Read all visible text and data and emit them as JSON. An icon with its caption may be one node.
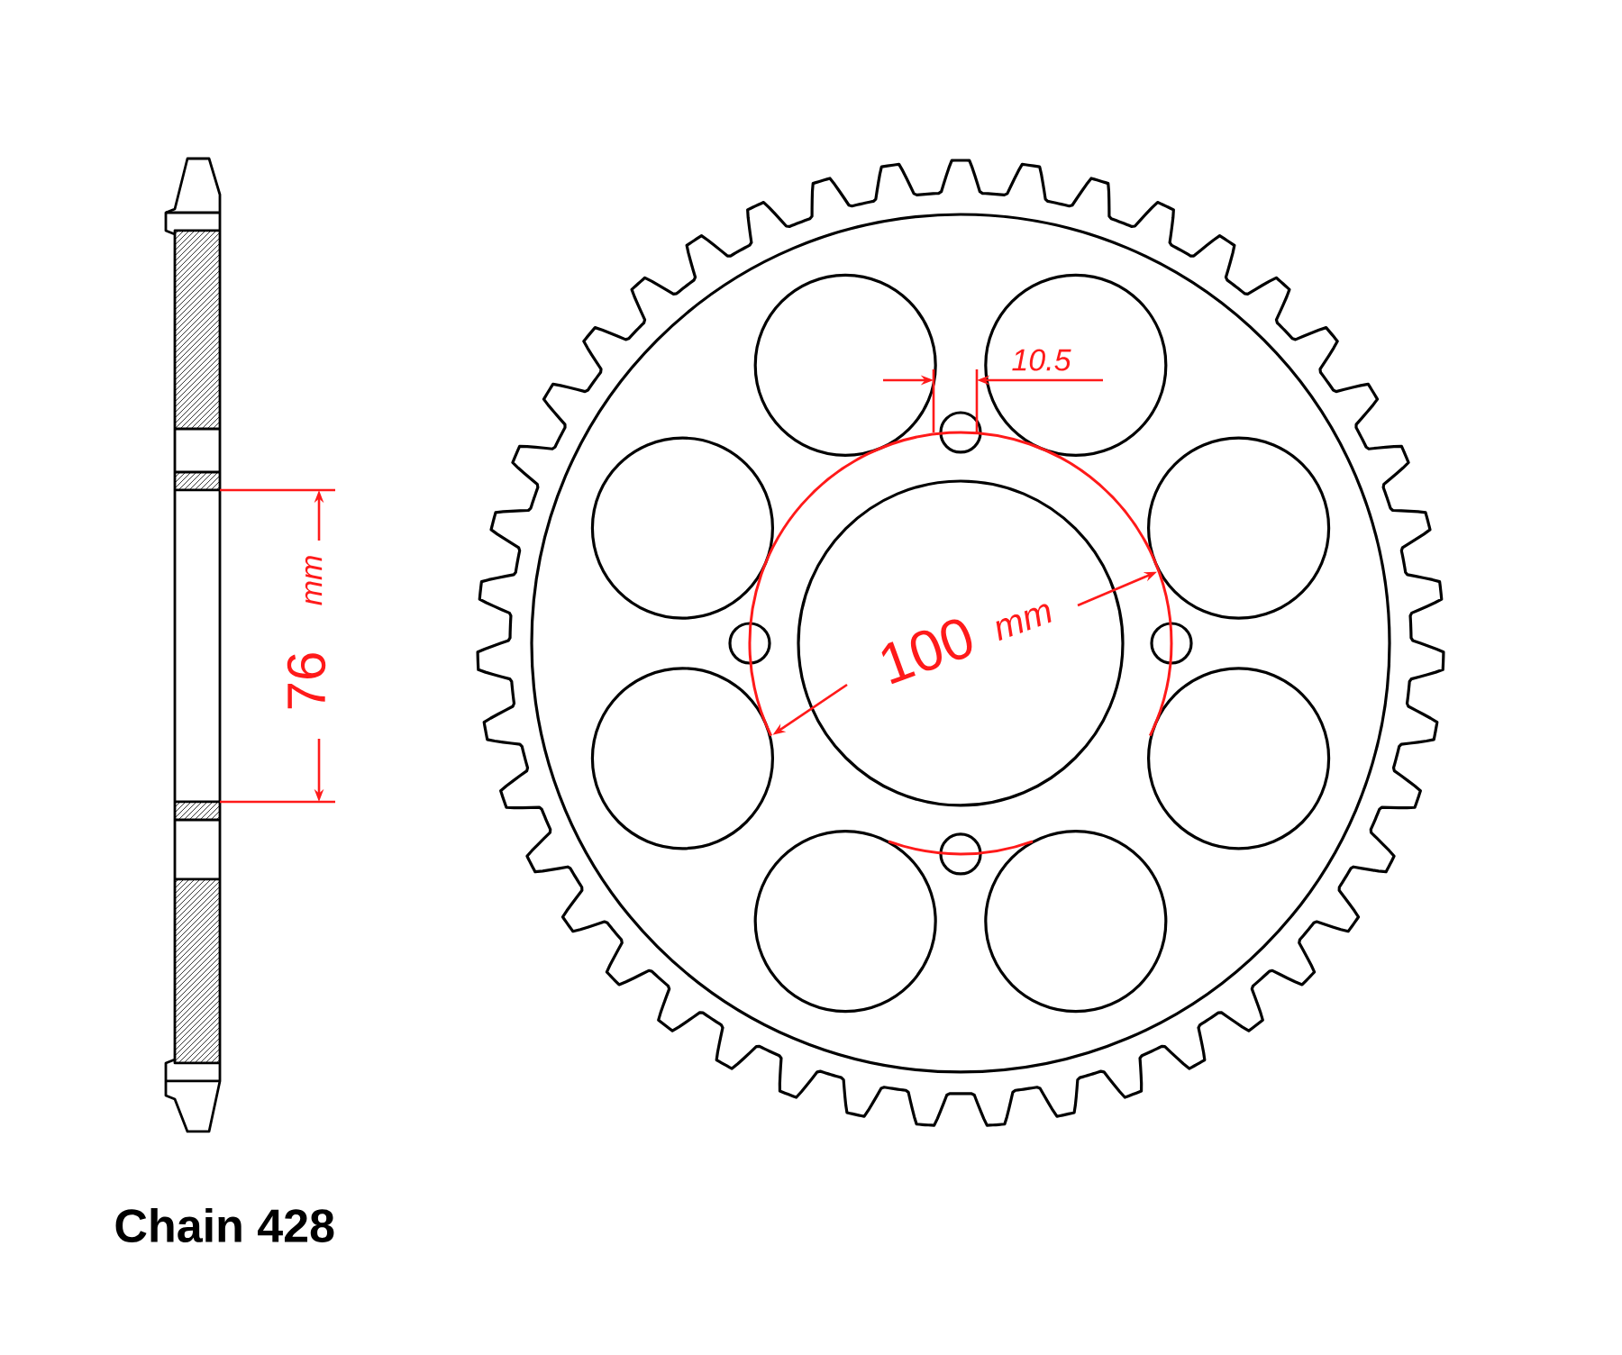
{
  "diagram": {
    "labels": [
      "10.5",
      "76",
      "mm",
      "100",
      "mm",
      "Chain 428"
    ]
  }
}
